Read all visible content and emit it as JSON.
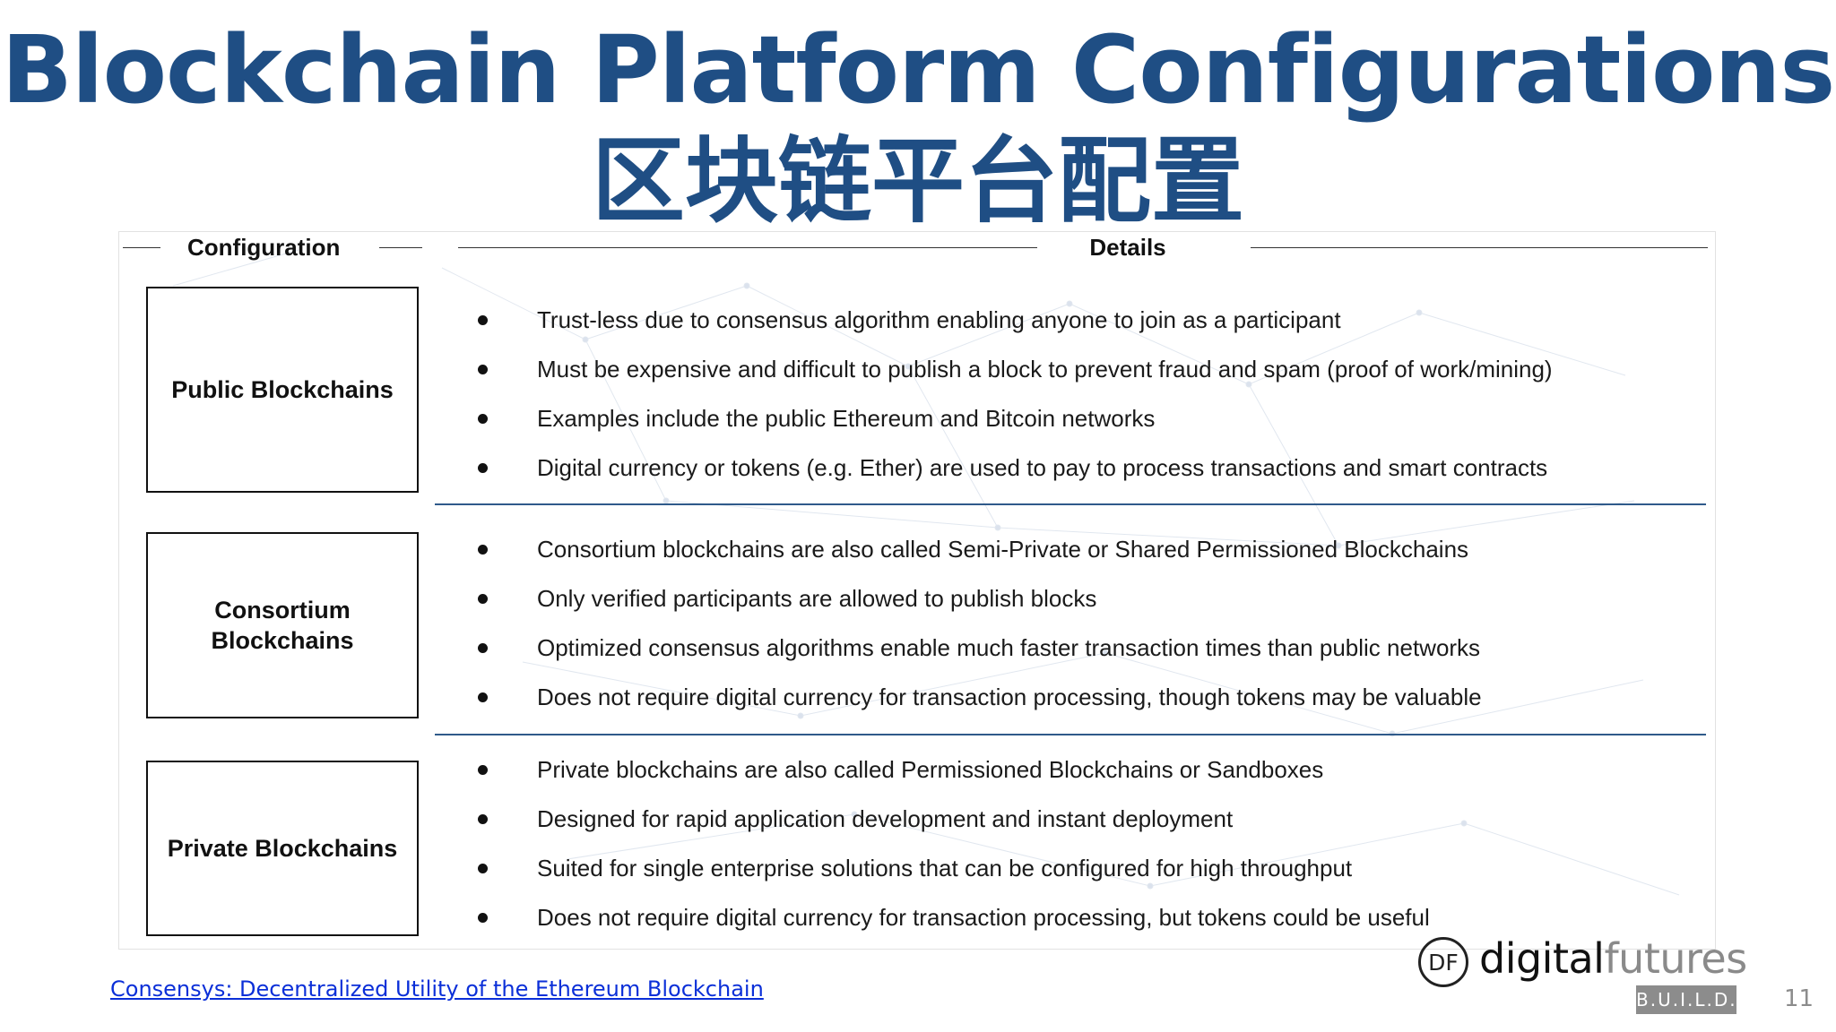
{
  "slide": {
    "title_en": "Blockchain Platform Configurations",
    "title_zh": "区块链平台配置",
    "page_number": "11"
  },
  "table": {
    "header_configuration": "Configuration",
    "header_details": "Details",
    "rows": [
      {
        "configuration": "Public Blockchains",
        "details": [
          "Trust-less due to consensus algorithm enabling anyone to join as a participant",
          "Must be expensive and difficult to publish a block to prevent fraud and spam (proof of work/mining)",
          "Examples include the public Ethereum and Bitcoin networks",
          "Digital currency or tokens (e.g. Ether) are used to pay to process transactions and smart contracts"
        ]
      },
      {
        "configuration": "Consortium Blockchains",
        "details": [
          "Consortium blockchains are also called Semi-Private or Shared Permissioned Blockchains",
          "Only verified participants are allowed to publish blocks",
          "Optimized consensus algorithms enable much faster transaction times than public networks",
          "Does not require digital currency for transaction processing, though tokens may be valuable"
        ]
      },
      {
        "configuration": "Private Blockchains",
        "details": [
          "Private blockchains are also called Permissioned Blockchains or Sandboxes",
          "Designed for rapid application development and instant deployment",
          "Suited for single enterprise solutions that can be configured for high throughput",
          "Does not require digital currency for transaction processing, but tokens could be useful"
        ]
      }
    ]
  },
  "source": {
    "link_text": "Consensys: Decentralized Utility of the Ethereum Blockchain"
  },
  "logo": {
    "monogram": "DF",
    "word_dark": "digital",
    "word_light": "futures",
    "tagline": "B.U.I.L.D."
  },
  "colors": {
    "title": "#1f4e84",
    "row_separator": "#2f5a8a",
    "link": "#0b2fd8"
  }
}
